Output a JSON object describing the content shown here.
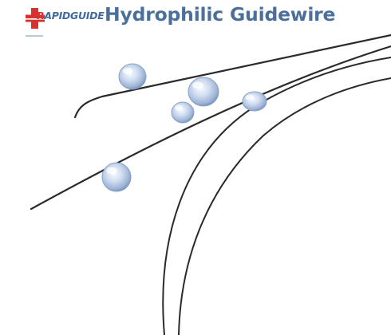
{
  "brand": {
    "logo_prefix": "R",
    "logo_rest": "APIDGUIDE",
    "red_color": "#d6332f",
    "blue_color": "#3f6b9e"
  },
  "header": {
    "title": "Hydrophilic Guidewire",
    "title_color": "#4a6f9b"
  },
  "illustration": {
    "wire_color": "#2a2a2a",
    "droplet_color": "#b8cce6"
  }
}
